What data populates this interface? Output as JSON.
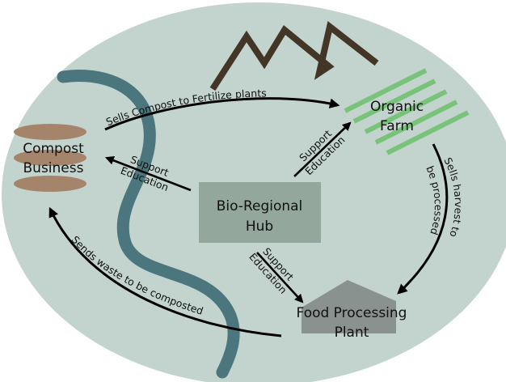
{
  "diagram": {
    "title": "",
    "colors": {
      "background": "#c3d4cf",
      "river": "#4b767d",
      "mountains": "#433627",
      "farm_rows": "#79c27a",
      "compost_disks": "#a4846a",
      "hub_box": "#93a79d",
      "plant_building": "#8a928f",
      "arrow": "#000000"
    },
    "nodes": {
      "compost": {
        "line1": "Compost",
        "line2": "Business"
      },
      "farm": {
        "line1": "Organic",
        "line2": "Farm"
      },
      "hub": {
        "line1": "Bio-Regional",
        "line2": "Hub"
      },
      "plant": {
        "line1": "Food Processing",
        "line2": "Plant"
      }
    },
    "edges": {
      "compost_to_farm": "Sells Compost to Fertilize plants",
      "farm_to_plant_line1": "Sells harvest to",
      "farm_to_plant_line2": "be processed",
      "plant_to_compost": "Sends waste to be composted",
      "hub_to_compost": {
        "line1": "Support",
        "line2": "Education"
      },
      "hub_to_farm": {
        "line1": "Support",
        "line2": "Education"
      },
      "hub_to_plant": {
        "line1": "Support",
        "line2": "Education"
      }
    },
    "icons": [
      "mountains-icon",
      "river-icon",
      "farm-rows-icon",
      "compost-pile-icon",
      "factory-building-icon"
    ]
  }
}
